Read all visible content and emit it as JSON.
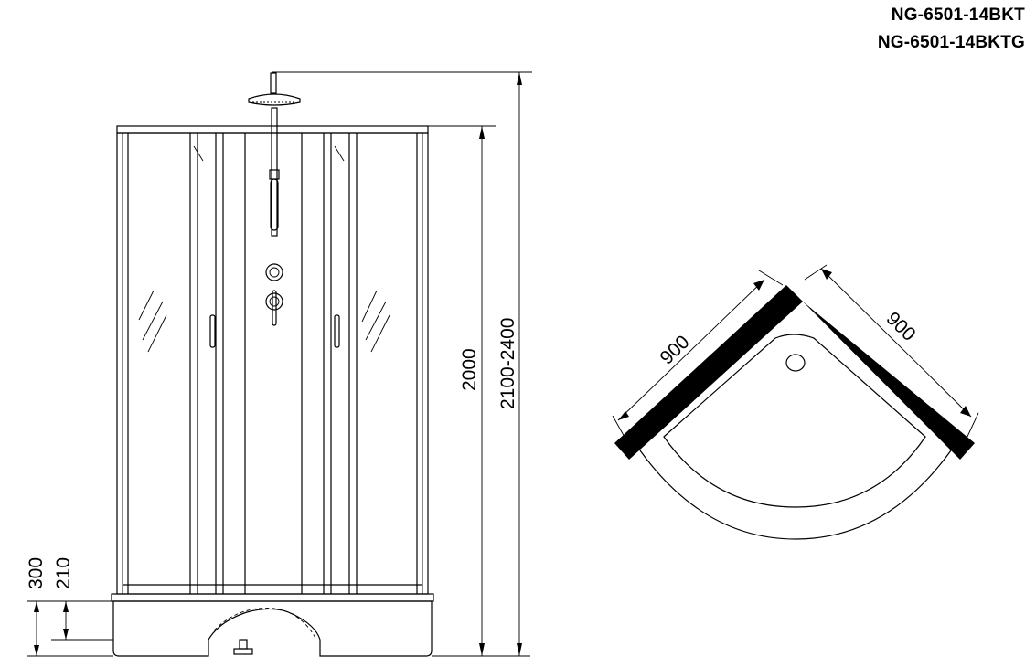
{
  "models": [
    "NG-6501-14BKT",
    "NG-6501-14BKTG"
  ],
  "front_view": {
    "dimensions": {
      "cabin_height": "2000",
      "total_height": "2100-2400",
      "tray_height": "300",
      "tray_inner_height": "210"
    }
  },
  "top_view": {
    "dimensions": {
      "left_side": "900",
      "right_side": "900"
    }
  },
  "colors": {
    "line": "#000000",
    "profile": "#000000",
    "background": "#ffffff"
  }
}
